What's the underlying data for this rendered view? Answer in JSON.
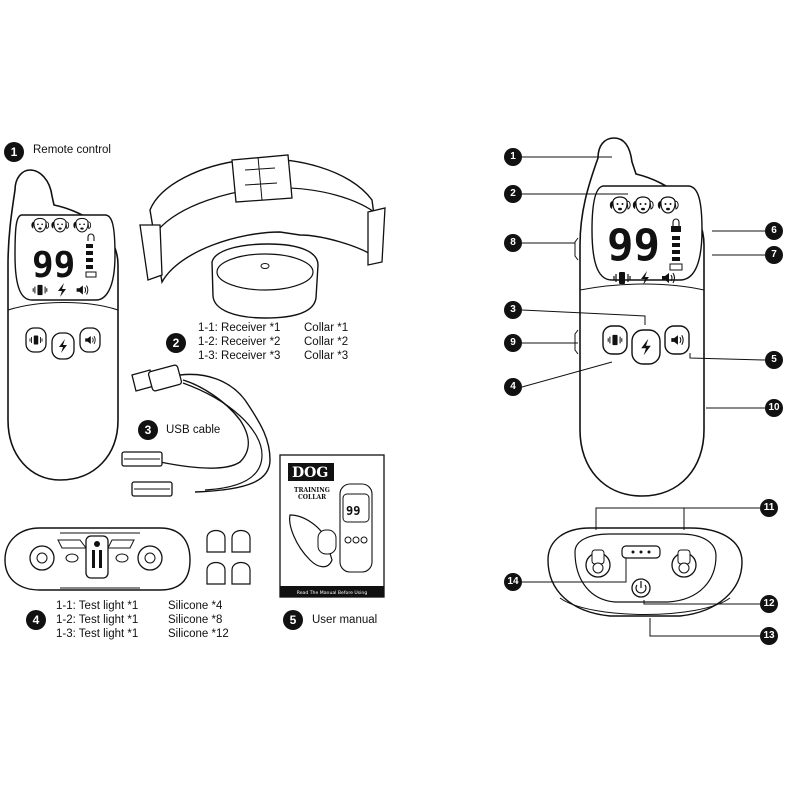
{
  "parts": {
    "p1": {
      "num": "1",
      "label": "Remote control"
    },
    "p2": {
      "num": "2",
      "rows": [
        {
          "code": "1-1: Receiver *1",
          "item": "Collar *1"
        },
        {
          "code": "1-2: Receiver *2",
          "item": "Collar *2"
        },
        {
          "code": "1-3: Receiver *3",
          "item": "Collar *3"
        }
      ]
    },
    "p3": {
      "num": "3",
      "label": "USB cable"
    },
    "p4": {
      "num": "4",
      "rows": [
        {
          "code": "1-1: Test light *1",
          "item": "Silicone *4"
        },
        {
          "code": "1-2: Test light *1",
          "item": "Silicone *8"
        },
        {
          "code": "1-3: Test light *1",
          "item": "Silicone *12"
        }
      ]
    },
    "p5": {
      "num": "5",
      "label": "User manual"
    }
  },
  "lcd": {
    "digits": "99"
  },
  "manual_cover": {
    "brand": "DOG",
    "line1": "TRAINING",
    "line2": "COLLAR",
    "footer": "Read The Manual Before Using"
  },
  "callouts": [
    "1",
    "2",
    "3",
    "4",
    "5",
    "6",
    "7",
    "8",
    "9",
    "10",
    "11",
    "12",
    "13",
    "14"
  ],
  "icons": [
    "dog-head-icon",
    "battery-icon",
    "signal-bars-icon",
    "vibration-icon",
    "shock-icon",
    "sound-icon",
    "power-icon",
    "usb-plug-icon",
    "lock-icon"
  ]
}
